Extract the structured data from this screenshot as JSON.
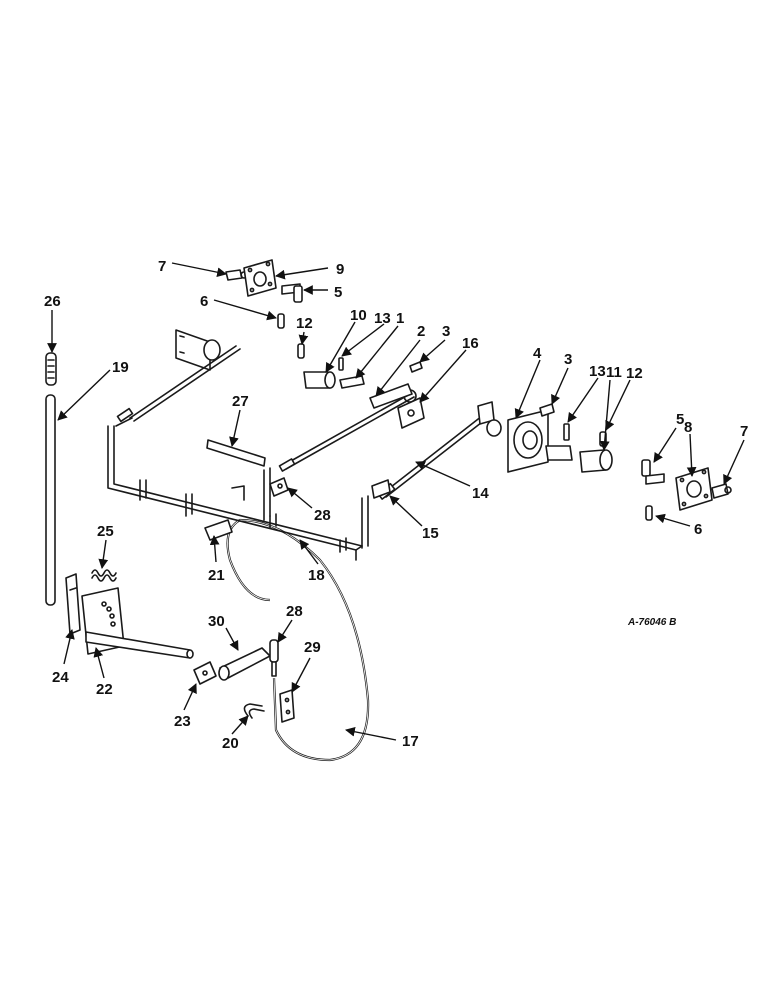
{
  "drawing_number": "A-76046 B",
  "callouts": {
    "c7a": "7",
    "c9": "9",
    "c5a": "5",
    "c6a": "6",
    "c26": "26",
    "c19": "19",
    "c12a": "12",
    "c10": "10",
    "c13a": "13",
    "c1": "1",
    "c2": "2",
    "c3a": "3",
    "c16": "16",
    "c4": "4",
    "c3b": "3",
    "c13b": "13",
    "c11": "11",
    "c12b": "12",
    "c27": "27",
    "c28a": "28",
    "c14": "14",
    "c15": "15",
    "c5b": "5",
    "c8": "8",
    "c7b": "7",
    "c6b": "6",
    "c25": "25",
    "c21": "21",
    "c18": "18",
    "c30": "30",
    "c28b": "28",
    "c29": "29",
    "c24": "24",
    "c22": "22",
    "c23": "23",
    "c20": "20",
    "c17": "17"
  }
}
